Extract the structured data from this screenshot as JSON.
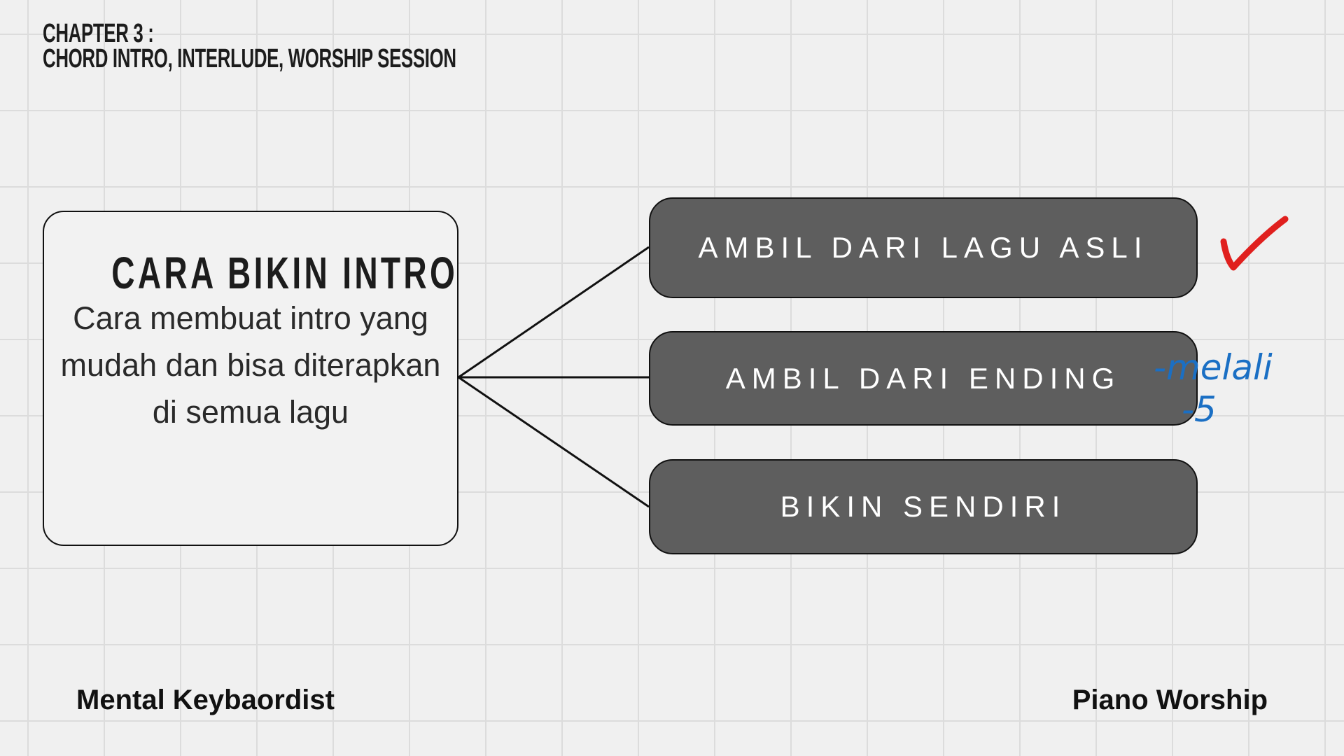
{
  "header": {
    "line1": "CHAPTER 3 :",
    "line2": "CHORD INTRO, INTERLUDE, WORSHIP SESSION"
  },
  "main_box": {
    "title": "CARA BIKIN INTRO",
    "body": "Cara membuat intro yang mudah dan bisa diterapkan di semua lagu"
  },
  "options": [
    {
      "label": "AMBIL DARI LAGU ASLI"
    },
    {
      "label": "AMBIL DARI ENDING"
    },
    {
      "label": "BIKIN SENDIRI"
    }
  ],
  "annotations": {
    "check_color": "#e0201e",
    "note_color": "#1a6fc4",
    "note1": "-melali",
    "note2": "-5"
  },
  "footer": {
    "left": "Mental Keybaordist",
    "right": "Piano Worship"
  }
}
